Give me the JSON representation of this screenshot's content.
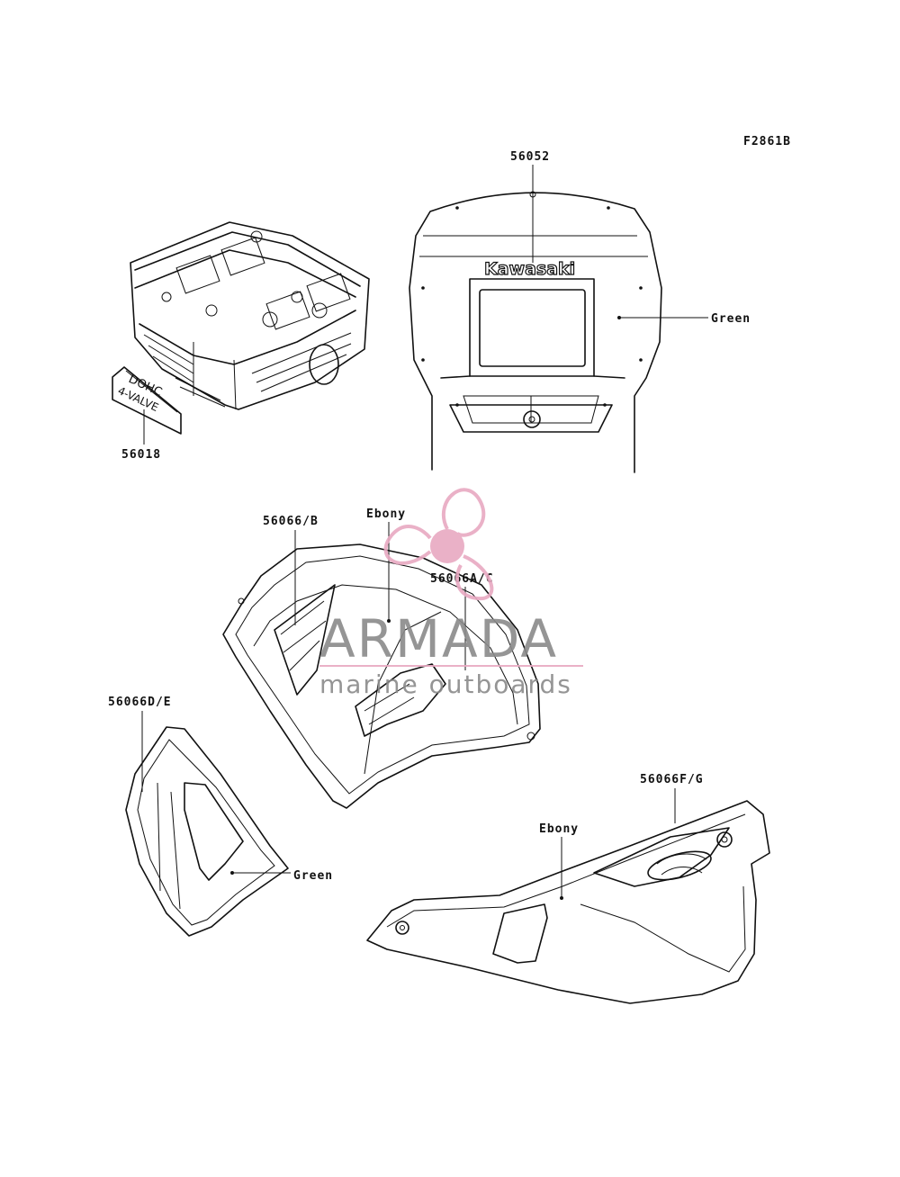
{
  "figure_code": "F2861B",
  "labels": {
    "p56052": "56052",
    "p56018": "56018",
    "p56066b": "56066/B",
    "p56066ac": "56066A/C",
    "p56066de": "56066D/E",
    "p56066fg": "56066F/G",
    "green_1": "Green",
    "green_2": "Green",
    "ebony_1": "Ebony",
    "ebony_2": "Ebony"
  },
  "decals": {
    "brand": "Kawasaki",
    "engine_line1": "DOHC",
    "engine_line2": "4-VALVE"
  },
  "watermark": {
    "title": "ARMADA",
    "subtitle": "marine outboards",
    "color": "#e8a9c2",
    "text_color": "#8a8a8a"
  }
}
